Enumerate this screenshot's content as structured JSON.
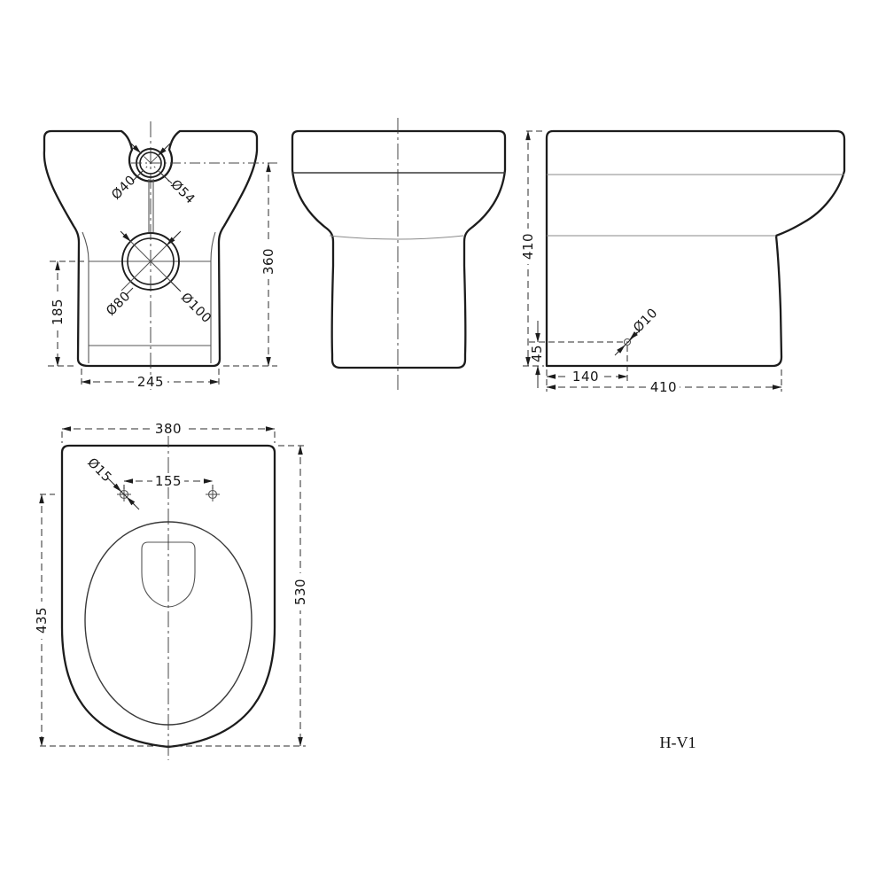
{
  "sheet": {
    "model_code": "H-V1"
  },
  "rear_view": {
    "labels": {
      "inlet_inner_dia": "Ø40",
      "inlet_outer_dia": "Ø54",
      "outlet_inner_dia": "Ø80",
      "outlet_outer_dia": "Ø100",
      "outlet_height": "185",
      "inlet_height": "360",
      "base_width": "245"
    }
  },
  "side_view": {
    "labels": {
      "overall_height": "410",
      "fixing_hole_height": "45",
      "fixing_hole_setback": "140",
      "overall_depth": "410",
      "fixing_hole_dia": "Ø10"
    }
  },
  "plan_view": {
    "labels": {
      "overall_width": "380",
      "seat_hole_spacing": "155",
      "seat_hole_dia": "Ø15",
      "bowl_length": "435",
      "overall_length": "530"
    }
  }
}
